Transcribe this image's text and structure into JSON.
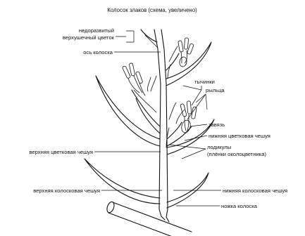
{
  "title": "Колосок злаков (схема, увеличено)",
  "labels": {
    "underdeveloped_1": "недоразвитый",
    "underdeveloped_2": "верхушечный цветок",
    "axis": "ось колоска",
    "stamens": "тычинки",
    "stigmas": "рыльца",
    "ovary": "завязь",
    "lower_lemma": "нижняя цветковая чешуя",
    "upper_palea": "верхняя цветковая чешуя",
    "lodicules_1": "лодикулы",
    "lodicules_2": "(плёнки околоцветника)",
    "upper_glume": "верхняя колосковая чешуя",
    "lower_glume": "нижняя колосковая чешуя",
    "pedicel": "ножка колоска"
  }
}
